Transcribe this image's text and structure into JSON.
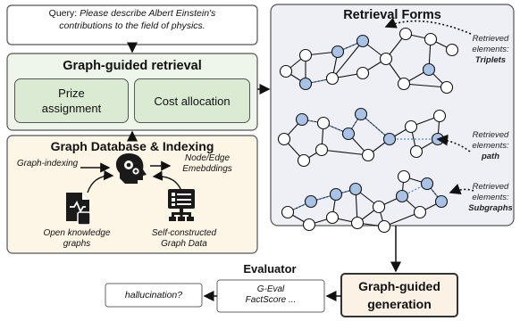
{
  "query": {
    "prefix": "Query: ",
    "text_line1": "Please describe Albert Einstein's",
    "text_line2": "contributions to the field of physics."
  },
  "retrieval": {
    "title": "Graph-guided retrieval",
    "prize_line1": "Prize",
    "prize_line2": "assignment",
    "cost": "Cost allocation"
  },
  "database": {
    "title": "Graph Database & Indexing",
    "graph_indexing": "Graph-indexing",
    "embedding_line1": "Node/Edge",
    "embedding_line2": "Emebddings",
    "open_kg_line1": "Open knowledge",
    "open_kg_line2": "graphs",
    "self_line1": "Self-constructed",
    "self_line2": "Graph Data"
  },
  "forms": {
    "title": "Retrieval Forms",
    "retrieved_line1": "Retrieved",
    "retrieved_line2": "elements:",
    "triplets": "Triplets",
    "path": "path",
    "subgraphs": "Subgraphs"
  },
  "evaluator": {
    "title": "Evaluator",
    "metrics_line1": "G-Eval",
    "metrics_line2": "FactScore ...",
    "hallucination": "hallucination?"
  },
  "generation": {
    "line1": "Graph-guided",
    "line2": "generation"
  },
  "colors": {
    "green_panel": "#eef5ea",
    "green_box": "#dbead2",
    "yellow_panel": "#fdf5e6",
    "forms_panel": "#eef0f6",
    "node_blue": "#a9c3e6",
    "dotted_blue": "#5b87c5"
  },
  "icons": [
    "brain-gear-icon",
    "document-graph-icon",
    "database-list-icon"
  ]
}
